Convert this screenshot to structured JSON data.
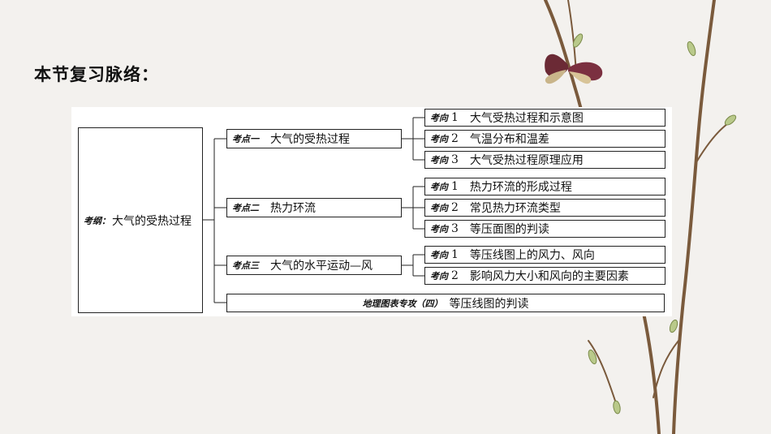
{
  "slide": {
    "heading": "本节复习脉络："
  },
  "outline": {
    "root": {
      "tag": "考纲：",
      "text": "大气的受热过程"
    },
    "points": [
      {
        "tag": "考点一",
        "title": "大气的受热过程",
        "directions": [
          {
            "tag": "考向",
            "num": "1",
            "text": "大气受热过程和示意图"
          },
          {
            "tag": "考向",
            "num": "2",
            "text": "气温分布和温差"
          },
          {
            "tag": "考向",
            "num": "3",
            "text": "大气受热过程原理应用"
          }
        ]
      },
      {
        "tag": "考点二",
        "title": "热力环流",
        "directions": [
          {
            "tag": "考向",
            "num": "1",
            "text": "热力环流的形成过程"
          },
          {
            "tag": "考向",
            "num": "2",
            "text": "常见热力环流类型"
          },
          {
            "tag": "考向",
            "num": "3",
            "text": "等压面图的判读"
          }
        ]
      },
      {
        "tag": "考点三",
        "title": "大气的水平运动—风",
        "directions": [
          {
            "tag": "考向",
            "num": "1",
            "text": "等压线图上的风力、风向"
          },
          {
            "tag": "考向",
            "num": "2",
            "text": "影响风力大小和风向的主要因素"
          }
        ]
      }
    ],
    "special": {
      "tag": "地理图表专攻（四）",
      "text": "等压线图的判读"
    }
  }
}
